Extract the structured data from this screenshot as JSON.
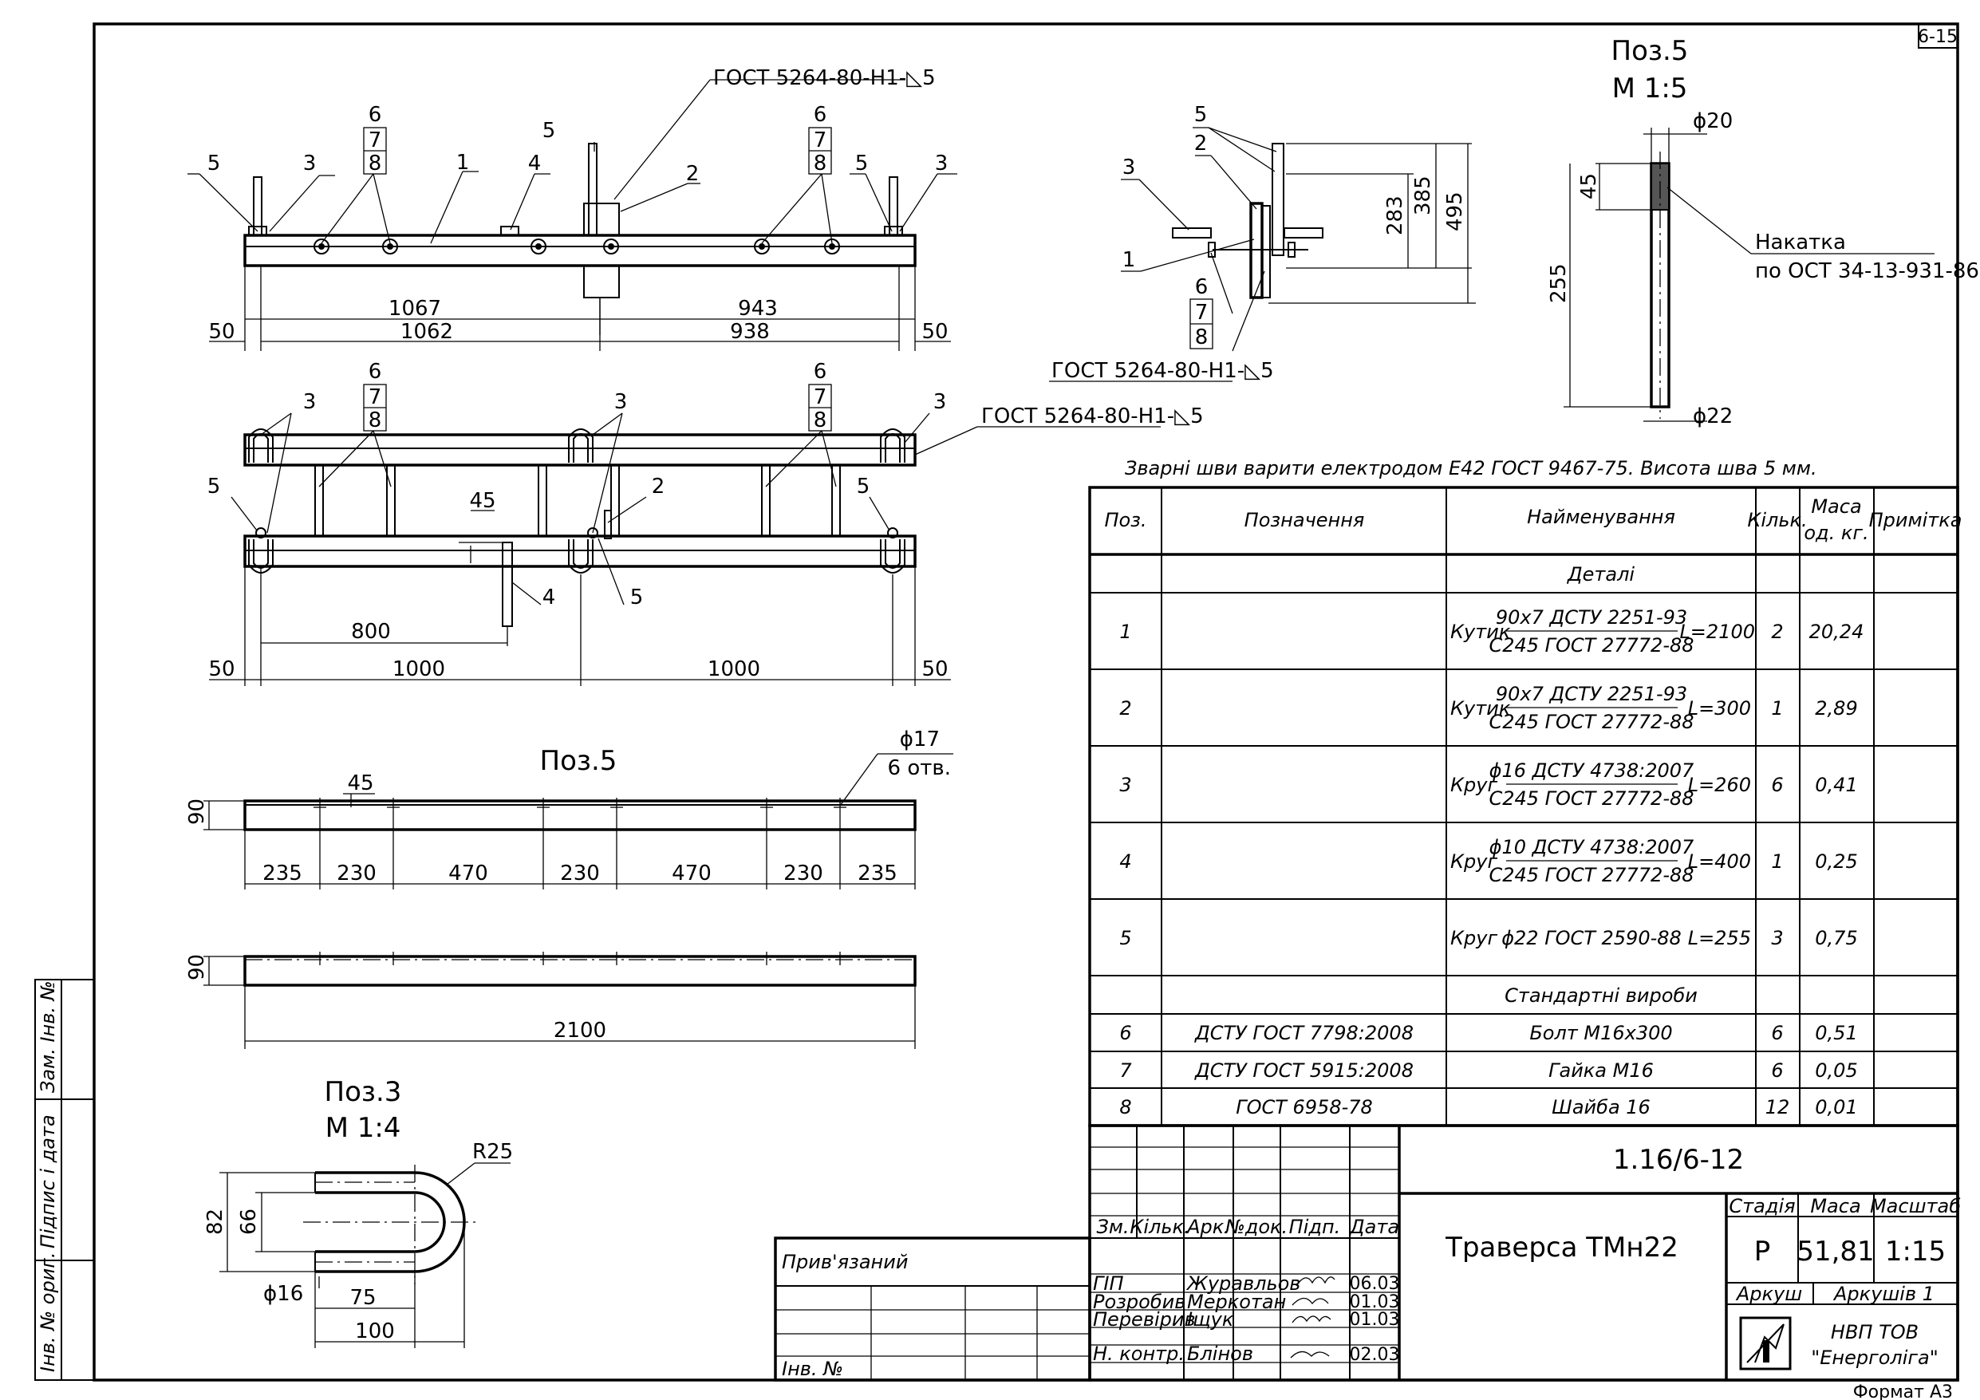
{
  "sheet_no": "6-15",
  "format": "Формат А3",
  "left_strip": {
    "zam_inv": "Зам. Інв. №",
    "pidpys": "Підпис і дата",
    "inv_pid": "Інв. № ориг."
  },
  "top_view": {
    "gost": "ГОСТ 5264-80-Н1-◺5",
    "dims": {
      "a": "1067",
      "b": "943",
      "c": "1062",
      "d": "938",
      "e": "50",
      "f": "50"
    },
    "pos": {
      "p1": "1",
      "p2": "2",
      "p3a": "3",
      "p3b": "3",
      "p4": "4",
      "p5a": "5",
      "p5b": "5",
      "p5c": "5",
      "g1a": "6",
      "g1b": "7",
      "g1c": "8",
      "g2a": "6",
      "g2b": "7",
      "g2c": "8"
    }
  },
  "plan_view": {
    "gost": "ГОСТ 5264-80-Н1-◺5",
    "dims": {
      "a": "800",
      "b": "1000",
      "c": "1000",
      "e": "50",
      "f": "50",
      "g": "45"
    },
    "pos": {
      "p2": "2",
      "p3a": "3",
      "p3b": "3",
      "p3c": "3",
      "p4": "4",
      "p5a": "5",
      "p5b": "5",
      "p5c": "5",
      "g1a": "6",
      "g1b": "7",
      "g1c": "8",
      "g2a": "6",
      "g2b": "7",
      "g2c": "8"
    }
  },
  "pos5_holes": {
    "title": "Поз.5",
    "hole": "ϕ17",
    "holes_count": "6 отв.",
    "dims": [
      "235",
      "230",
      "470",
      "230",
      "470",
      "230",
      "235"
    ],
    "edge": "45",
    "h1": "90",
    "h2": "90",
    "length": "2100"
  },
  "pos3": {
    "title": "Поз.3",
    "scale": "М 1:4",
    "r": "R25",
    "d82": "82",
    "d66": "66",
    "d16": "ϕ16",
    "d75": "75",
    "d100": "100"
  },
  "section": {
    "gost": "ГОСТ 5264-80-Н1-◺5",
    "dims": {
      "a": "283",
      "b": "385",
      "c": "495"
    },
    "pos": {
      "p1": "1",
      "p2": "2",
      "p3": "3",
      "p5": "5",
      "g1": "6",
      "g2": "7",
      "g3": "8"
    }
  },
  "pos5_bolt": {
    "title": "Поз.5",
    "scale": "М 1:5",
    "d20": "ϕ20",
    "d22": "ϕ22",
    "d45": "45",
    "d255": "255",
    "knurl": "Накатка",
    "knurl_std": "по ОСТ 34-13-931-86"
  },
  "note": "Зварні шви варити електродом Е42 ГОСТ 9467-75. Висота шва 5 мм.",
  "spec": {
    "headers": {
      "pos": "Поз.",
      "designation": "Позначення",
      "name": "Найменування",
      "qty": "Кільк.",
      "mass1": "Маса",
      "mass2": "од. кг.",
      "note": "Примітка"
    },
    "section_details": "Деталі",
    "section_std": "Стандартні вироби",
    "details": [
      {
        "pos": "1",
        "kind": "Кутик",
        "top": "90х7 ДСТУ 2251-93",
        "bottom": "С245 ГОСТ 27772-88",
        "len": "L=2100",
        "qty": "2",
        "mass": "20,24"
      },
      {
        "pos": "2",
        "kind": "Кутик",
        "top": "90х7 ДСТУ 2251-93",
        "bottom": "С245 ГОСТ 27772-88",
        "len": "L=300",
        "qty": "1",
        "mass": "2,89"
      },
      {
        "pos": "3",
        "kind": "Круг",
        "top": "ϕ16 ДСТУ 4738:2007",
        "bottom": "С245 ГОСТ 27772-88",
        "len": "L=260",
        "qty": "6",
        "mass": "0,41"
      },
      {
        "pos": "4",
        "kind": "Круг",
        "top": "ϕ10 ДСТУ 4738:2007",
        "bottom": "С245 ГОСТ 27772-88",
        "len": "L=400",
        "qty": "1",
        "mass": "0,25"
      },
      {
        "pos": "5",
        "kind": "Круг",
        "single": "ϕ22 ГОСТ 2590-88",
        "len": "L=255",
        "qty": "3",
        "mass": "0,75"
      }
    ],
    "standard": [
      {
        "pos": "6",
        "designation": "ДСТУ ГОСТ 7798:2008",
        "name": "Болт М16х300",
        "qty": "6",
        "mass": "0,51"
      },
      {
        "pos": "7",
        "designation": "ДСТУ ГОСТ 5915:2008",
        "name": "Гайка М16",
        "qty": "6",
        "mass": "0,05"
      },
      {
        "pos": "8",
        "designation": "ГОСТ 6958-78",
        "name": "Шайба 16",
        "qty": "12",
        "mass": "0,01"
      }
    ]
  },
  "title_block": {
    "code": "1.16/6-12",
    "name": "Траверса ТМн22",
    "stage_label": "Стадія",
    "mass_label": "Маса",
    "scale_label": "Масштаб",
    "stage": "Р",
    "mass": "51,81",
    "scale": "1:15",
    "sheet_label": "Аркуш",
    "sheets_label": "Аркушів 1",
    "org1": "НВП ТОВ",
    "org2": "\"Енерголіга\"",
    "bound": "Прив'язаний",
    "inv": "Інв. №",
    "cols": {
      "zm": "Зм.",
      "kilk": "Кільк.",
      "ark": "Арк.",
      "ndok": "№док.",
      "pidp": "Підп.",
      "data": "Дата"
    },
    "people": [
      {
        "role": "ГІП",
        "name": "Журавльов",
        "date": "06.03"
      },
      {
        "role": "Розробив",
        "name": "Меркотан",
        "date": "01.03"
      },
      {
        "role": "Перевірив",
        "name": "Іщук",
        "date": "01.03"
      },
      {
        "role": "Н. контр.",
        "name": "Блінов",
        "date": "02.03"
      }
    ]
  }
}
